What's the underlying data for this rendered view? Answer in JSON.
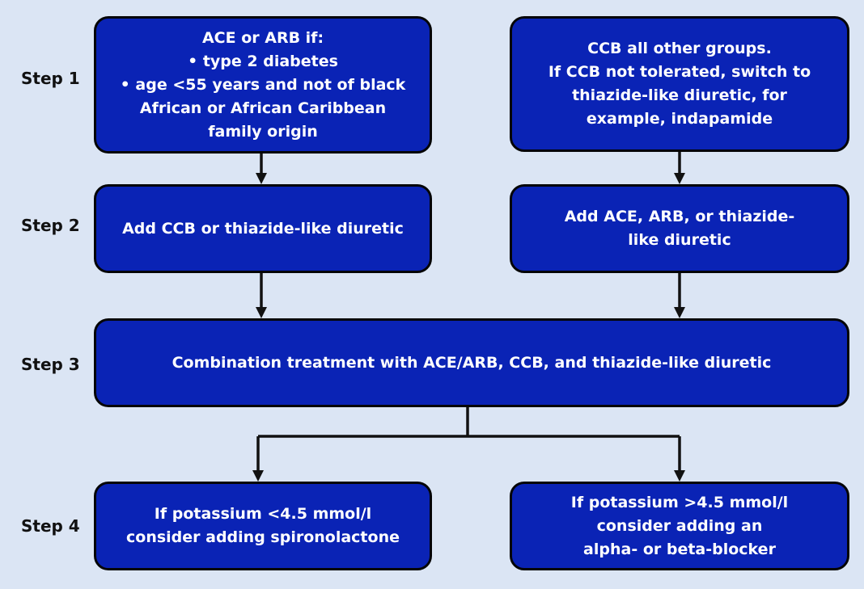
{
  "steps": {
    "step1": "Step 1",
    "step2": "Step 2",
    "step3": "Step 3",
    "step4": "Step 4"
  },
  "boxes": {
    "step1_left": {
      "lines": [
        "ACE or ARB if:",
        "• type 2 diabetes",
        "• age <55 years and not of black",
        "African or African Caribbean",
        "family origin"
      ]
    },
    "step1_right": {
      "lines": [
        "CCB all other groups.",
        "If CCB not tolerated, switch to",
        "thiazide-like diuretic, for",
        "example, indapamide"
      ]
    },
    "step2_left": {
      "lines": [
        "Add CCB or thiazide-like diuretic"
      ]
    },
    "step2_right": {
      "lines": [
        "Add ACE, ARB, or thiazide-",
        "like diuretic"
      ]
    },
    "step3": {
      "lines": [
        "Combination treatment with ACE/ARB, CCB, and thiazide-like diuretic"
      ]
    },
    "step4_left": {
      "lines": [
        "If potassium <4.5 mmol/l",
        "consider adding spironolactone"
      ]
    },
    "step4_right": {
      "lines": [
        "If potassium >4.5 mmol/l",
        "consider adding an",
        "alpha- or beta-blocker"
      ]
    }
  },
  "colors": {
    "background": "#dbe5f4",
    "box_fill": "#0a23b5",
    "box_border": "#050505",
    "box_text": "#ffffff",
    "arrow": "#111111"
  }
}
